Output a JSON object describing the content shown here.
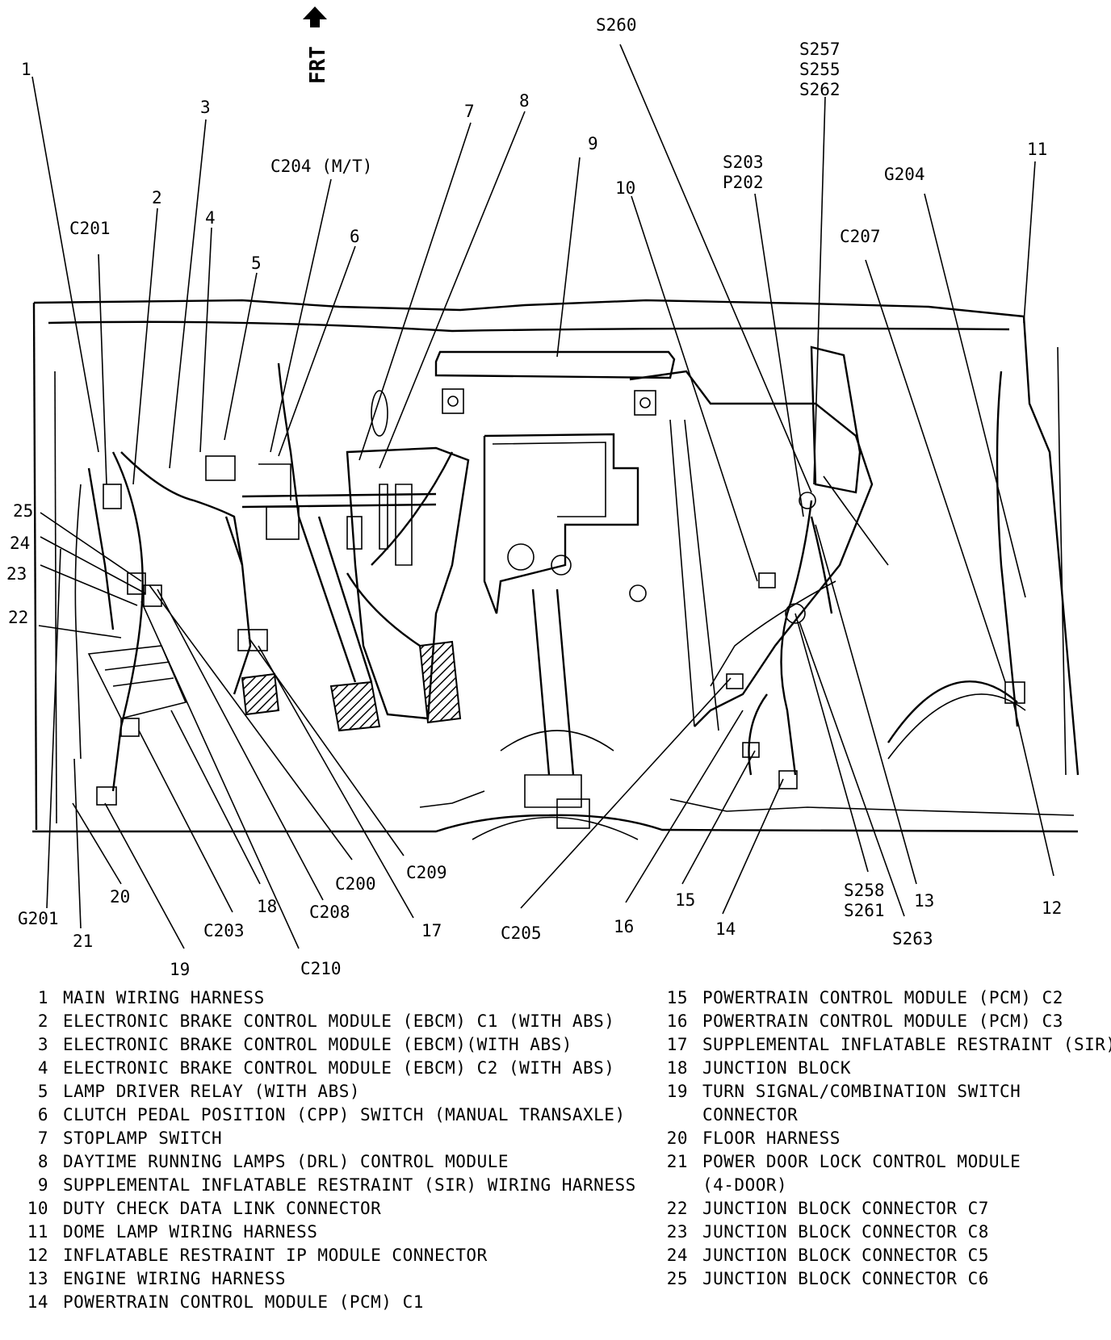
{
  "front_marker": "FRT",
  "callouts": {
    "n1": "1",
    "n2": "2",
    "n3": "3",
    "n4": "4",
    "n5": "5",
    "n6": "6",
    "n7": "7",
    "n8": "8",
    "n9": "9",
    "n10": "10",
    "n11": "11",
    "n12": "12",
    "n13": "13",
    "n14": "14",
    "n15": "15",
    "n16": "16",
    "n17": "17",
    "n18": "18",
    "n19": "19",
    "n20": "20",
    "n21": "21",
    "n22": "22",
    "n23": "23",
    "n24": "24",
    "n25": "25",
    "c201": "C201",
    "c204": "C204 (M/T)",
    "s260": "S260",
    "s257": "S257",
    "s255": "S255",
    "s262": "S262",
    "s203": "S203",
    "p202": "P202",
    "g204": "G204",
    "c207": "C207",
    "g201": "G201",
    "c203": "C203",
    "c208": "C208",
    "c210": "C210",
    "c200": "C200",
    "c209": "C209",
    "c205": "C205",
    "s258": "S258",
    "s261": "S261",
    "s263": "S263"
  },
  "legend": {
    "left": [
      {
        "num": "1",
        "desc": "MAIN WIRING HARNESS"
      },
      {
        "num": "2",
        "desc": "ELECTRONIC BRAKE CONTROL MODULE (EBCM) C1 (WITH ABS)"
      },
      {
        "num": "3",
        "desc": "ELECTRONIC BRAKE CONTROL MODULE (EBCM)(WITH ABS)"
      },
      {
        "num": "4",
        "desc": "ELECTRONIC BRAKE CONTROL MODULE (EBCM) C2 (WITH ABS)"
      },
      {
        "num": "5",
        "desc": "LAMP DRIVER RELAY (WITH ABS)"
      },
      {
        "num": "6",
        "desc": "CLUTCH PEDAL POSITION (CPP) SWITCH (MANUAL TRANSAXLE)"
      },
      {
        "num": "7",
        "desc": "STOPLAMP SWITCH"
      },
      {
        "num": "8",
        "desc": "DAYTIME RUNNING LAMPS (DRL) CONTROL MODULE"
      },
      {
        "num": "9",
        "desc": "SUPPLEMENTAL INFLATABLE RESTRAINT (SIR) WIRING HARNESS"
      },
      {
        "num": "10",
        "desc": "DUTY CHECK DATA LINK CONNECTOR"
      },
      {
        "num": "11",
        "desc": "DOME LAMP WIRING HARNESS"
      },
      {
        "num": "12",
        "desc": "INFLATABLE RESTRAINT IP MODULE CONNECTOR"
      },
      {
        "num": "13",
        "desc": "ENGINE WIRING HARNESS"
      },
      {
        "num": "14",
        "desc": "POWERTRAIN CONTROL MODULE (PCM) C1"
      }
    ],
    "right": [
      {
        "num": "15",
        "desc": "POWERTRAIN CONTROL MODULE (PCM) C2"
      },
      {
        "num": "16",
        "desc": "POWERTRAIN CONTROL MODULE (PCM) C3"
      },
      {
        "num": "17",
        "desc": "SUPPLEMENTAL INFLATABLE RESTRAINT (SIR)"
      },
      {
        "num": "18",
        "desc": "JUNCTION BLOCK"
      },
      {
        "num": "19",
        "desc": "TURN SIGNAL/COMBINATION SWITCH\nCONNECTOR"
      },
      {
        "num": "20",
        "desc": "FLOOR HARNESS"
      },
      {
        "num": "21",
        "desc": "POWER DOOR LOCK CONTROL MODULE\n(4-DOOR)"
      },
      {
        "num": "22",
        "desc": "JUNCTION BLOCK CONNECTOR C7"
      },
      {
        "num": "23",
        "desc": "JUNCTION BLOCK CONNECTOR C8"
      },
      {
        "num": "24",
        "desc": "JUNCTION BLOCK CONNECTOR C5"
      },
      {
        "num": "25",
        "desc": "JUNCTION BLOCK CONNECTOR C6"
      }
    ]
  }
}
